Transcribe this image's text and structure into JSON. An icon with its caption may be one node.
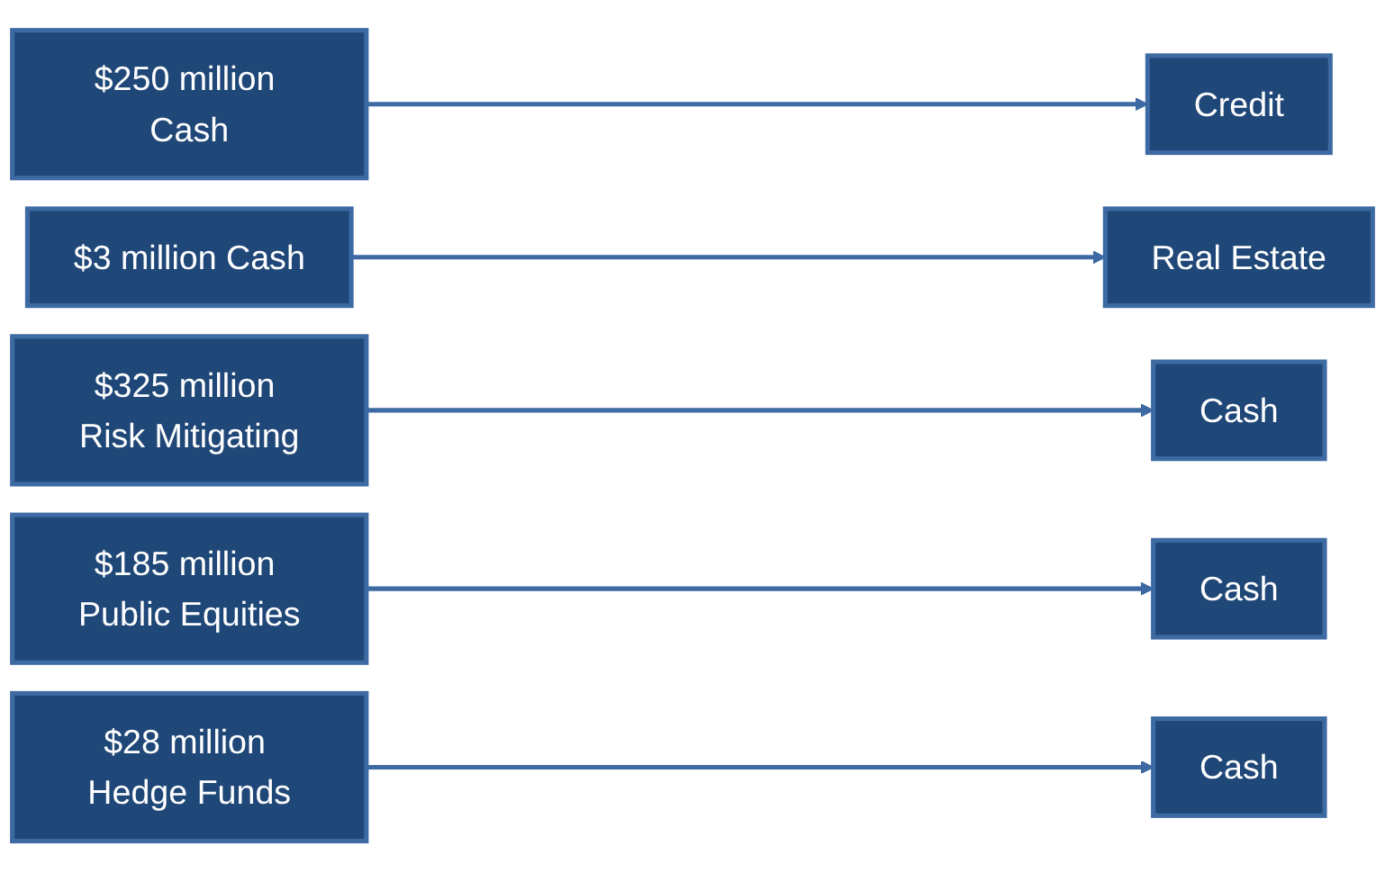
{
  "diagram": {
    "nodes": [
      {
        "text": [
          "$250 million Cash"
        ]
      },
      {
        "text": [
          "Credit"
        ]
      },
      {
        "text": [
          "$3 million Cash"
        ]
      },
      {
        "text": [
          "Real Estate"
        ]
      },
      {
        "text": [
          "$325 million Risk Mitigating"
        ]
      },
      {
        "text": [
          "Cash"
        ]
      },
      {
        "text": [
          "$185 million Public Equities"
        ]
      },
      {
        "text": [
          "Cash"
        ]
      },
      {
        "text": [
          "$28 million Hedge Funds"
        ]
      },
      {
        "text": [
          "Cash"
        ]
      }
    ],
    "edges": [
      {
        "from": 0,
        "to": 1,
        "arrow": "to"
      },
      {
        "from": 2,
        "to": 3,
        "arrow": "to"
      },
      {
        "from": 4,
        "to": 5,
        "arrow": "to"
      },
      {
        "from": 6,
        "to": 7,
        "arrow": "to"
      },
      {
        "from": 8,
        "to": 9,
        "arrow": "to"
      }
    ]
  }
}
